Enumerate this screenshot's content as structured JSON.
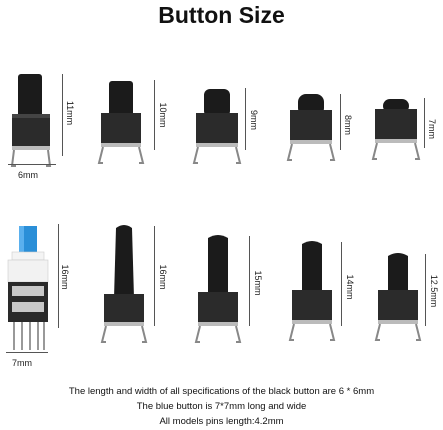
{
  "title": "Button Size",
  "row1": {
    "width_label": "6mm",
    "heights": [
      "11mm",
      "10mm",
      "9mm",
      "8mm",
      "7mm"
    ]
  },
  "row2": {
    "width_label": "7mm",
    "heights": [
      "16mm",
      "16mm",
      "15mm",
      "14mm",
      "12.5mm"
    ]
  },
  "captions": [
    "The length and width of all specifications of the black button are 6 * 6mm",
    "The blue button is 7*7mm long and wide",
    "All models pins length:4.2mm"
  ],
  "colors": {
    "plunger": "#1a1a1a",
    "body": "#2a2a2a",
    "pins": "#9a9a9a",
    "blue_cap": "#2a8fd8",
    "white_body": "#f2f2f2"
  }
}
